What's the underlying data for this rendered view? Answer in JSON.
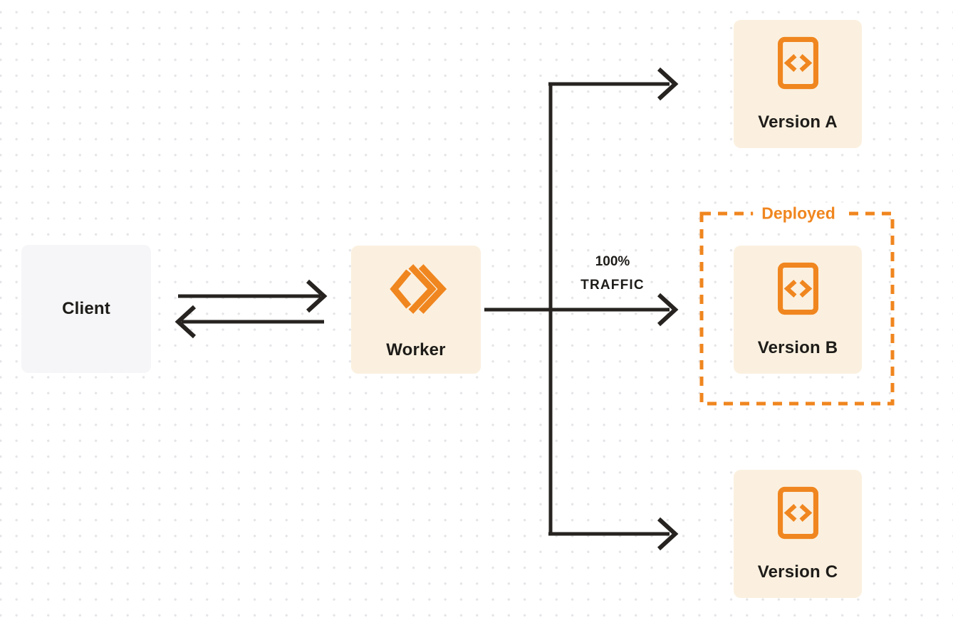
{
  "diagram": {
    "background_color": "#FFFFFF",
    "dot_grid_color": "#E5E5E8",
    "colors": {
      "orange": "#F0861F",
      "node_cream": "#FBF0DF",
      "client_gray": "#F6F6F8",
      "line_dark": "#262320",
      "text_dark": "#1E1C19"
    },
    "nodes": {
      "client": {
        "label": "Client"
      },
      "worker": {
        "label": "Worker",
        "icon": "workers-logo-icon"
      },
      "version_a": {
        "label": "Version A",
        "icon": "code-file-icon"
      },
      "version_b": {
        "label": "Version B",
        "icon": "code-file-icon",
        "status": "Deployed"
      },
      "version_c": {
        "label": "Version C",
        "icon": "code-file-icon"
      }
    },
    "labels": {
      "deployed": "Deployed",
      "traffic_line1": "100%",
      "traffic_line2": "TRAFFIC"
    },
    "edges": [
      {
        "from": "Client",
        "to": "Worker",
        "direction": "right"
      },
      {
        "from": "Worker",
        "to": "Client",
        "direction": "left"
      },
      {
        "from": "Worker",
        "to": "Version A",
        "direction": "right"
      },
      {
        "from": "Worker",
        "to": "Version B",
        "direction": "right",
        "label": "100% TRAFFIC"
      },
      {
        "from": "Worker",
        "to": "Version C",
        "direction": "right"
      }
    ]
  }
}
